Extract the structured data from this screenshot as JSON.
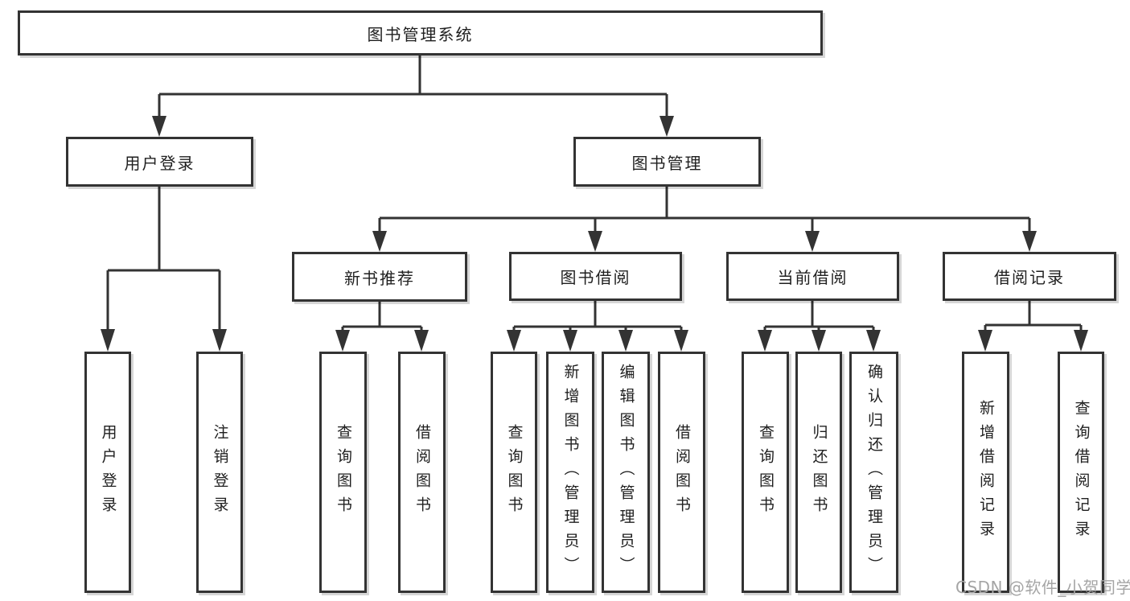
{
  "tree": {
    "root": {
      "label": "图书管理系统",
      "children": [
        {
          "label": "用户登录",
          "children": [
            {
              "label": "用户登录"
            },
            {
              "label": "注销登录"
            }
          ]
        },
        {
          "label": "图书管理",
          "children": [
            {
              "label": "新书推荐",
              "children": [
                {
                  "label": "查询图书"
                },
                {
                  "label": "借阅图书"
                }
              ]
            },
            {
              "label": "图书借阅",
              "children": [
                {
                  "label": "查询图书"
                },
                {
                  "label": "新增图书（管理员）"
                },
                {
                  "label": "编辑图书（管理员）"
                },
                {
                  "label": "借阅图书"
                }
              ]
            },
            {
              "label": "当前借阅",
              "children": [
                {
                  "label": "查询图书"
                },
                {
                  "label": "归还图书"
                },
                {
                  "label": "确认归还（管理员）"
                }
              ]
            },
            {
              "label": "借阅记录",
              "children": [
                {
                  "label": "新增借阅记录"
                },
                {
                  "label": "查询借阅记录"
                }
              ]
            }
          ]
        }
      ]
    }
  },
  "watermark": "CSDN @软件_小贺同学",
  "colors": {
    "line": "#333333",
    "box_border": "#333333",
    "box_fill": "#ffffff",
    "text": "#1f1f1f",
    "watermark": "#a5a5a5",
    "background": "#ffffff"
  }
}
